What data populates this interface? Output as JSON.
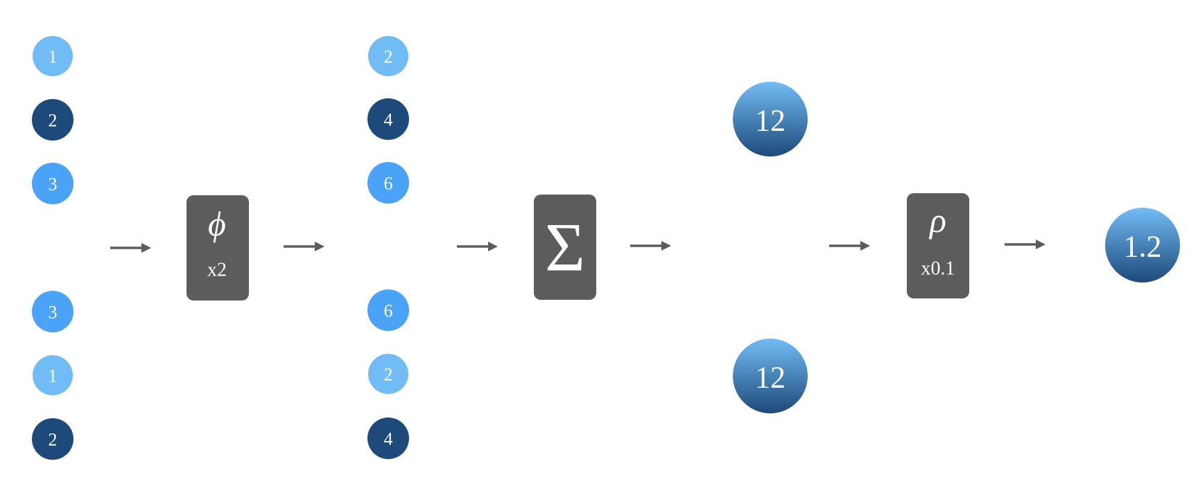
{
  "colors": {
    "light": "#72bcf5",
    "dark": "#1d4a7a",
    "mid": "#4ba3f7",
    "box": "#5c5c5c",
    "arrow": "#5c5c5c"
  },
  "input_set_a": [
    {
      "label": "1",
      "tone": "light"
    },
    {
      "label": "2",
      "tone": "dark"
    },
    {
      "label": "3",
      "tone": "mid"
    }
  ],
  "input_set_b": [
    {
      "label": "3",
      "tone": "mid"
    },
    {
      "label": "1",
      "tone": "light"
    },
    {
      "label": "2",
      "tone": "dark"
    }
  ],
  "phi_box": {
    "symbol": "ϕ",
    "sublabel": "x2"
  },
  "mapped_set_a": [
    {
      "label": "2",
      "tone": "light"
    },
    {
      "label": "4",
      "tone": "dark"
    },
    {
      "label": "6",
      "tone": "mid"
    }
  ],
  "mapped_set_b": [
    {
      "label": "6",
      "tone": "mid"
    },
    {
      "label": "2",
      "tone": "light"
    },
    {
      "label": "4",
      "tone": "dark"
    }
  ],
  "sum_box": {
    "symbol": "Σ"
  },
  "sum_results": [
    "12",
    "12"
  ],
  "rho_box": {
    "symbol": "ρ",
    "sublabel": "x0.1"
  },
  "output": "1.2"
}
